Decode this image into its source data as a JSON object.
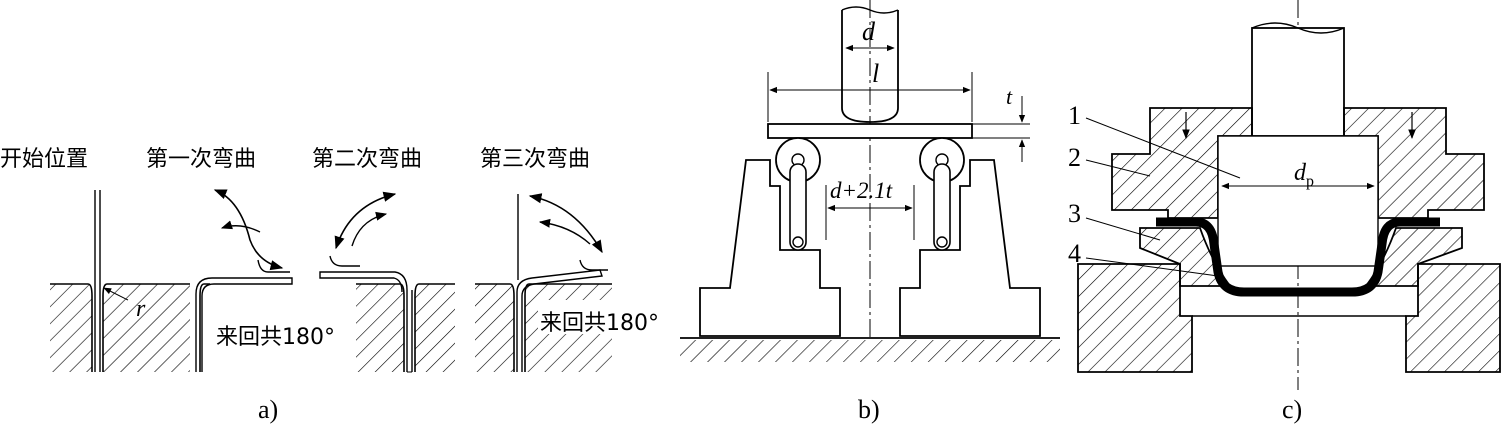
{
  "panel_a": {
    "captions": [
      "开始位置",
      "第一次弯曲",
      "第二次弯曲",
      "第三次弯曲"
    ],
    "radius_label": "r",
    "angle_note_1": "来回共180°",
    "angle_note_2": "来回共180°",
    "tag": "a)"
  },
  "panel_b": {
    "d_label": "d",
    "l_label": "l",
    "t_label": "t",
    "gap_label": "d+2.1t",
    "tag": "b)"
  },
  "panel_c": {
    "part_numbers": [
      "1",
      "2",
      "3",
      "4"
    ],
    "dp_main": "d",
    "dp_sub": "p",
    "tag": "c)"
  }
}
